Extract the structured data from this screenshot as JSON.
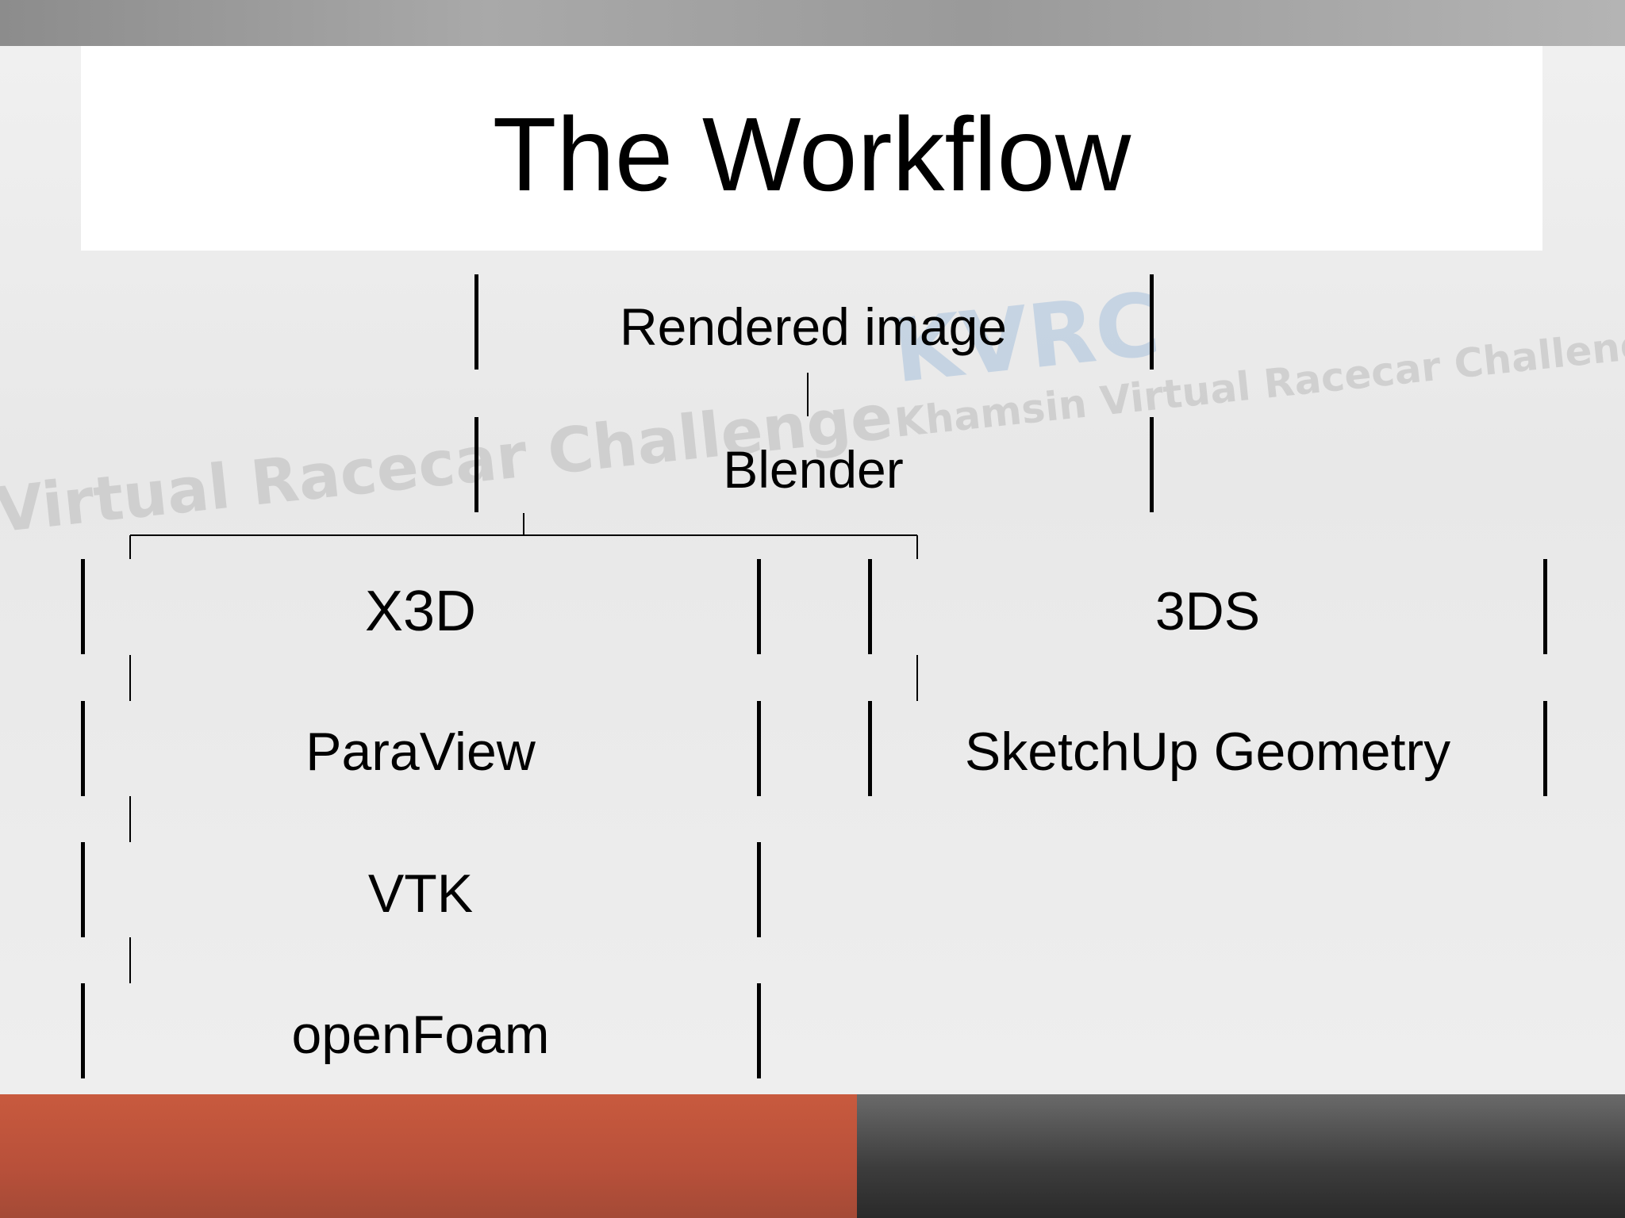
{
  "slide": {
    "title": "The Workflow"
  },
  "background": {
    "watermark_lines": [
      "Virtual Racecar Challenge",
      "Khamsin Virtual Racecar Challenge"
    ],
    "logo_text": "KVRC",
    "colors": {
      "top_band": "#9a9a9a",
      "body": "#ececec",
      "bottom_band": "#c0553c"
    }
  },
  "workflow": {
    "nodes": {
      "rendered_image": "Rendered image",
      "blender": "Blender",
      "x3d": "X3D",
      "three_ds": "3DS",
      "paraview": "ParaView",
      "sketchup": "SketchUp Geometry",
      "vtk": "VTK",
      "openfoam": "openFoam"
    },
    "edges": [
      [
        "blender",
        "rendered_image"
      ],
      [
        "x3d",
        "blender"
      ],
      [
        "three_ds",
        "blender"
      ],
      [
        "paraview",
        "x3d"
      ],
      [
        "sketchup",
        "three_ds"
      ],
      [
        "vtk",
        "paraview"
      ],
      [
        "openfoam",
        "vtk"
      ]
    ]
  }
}
